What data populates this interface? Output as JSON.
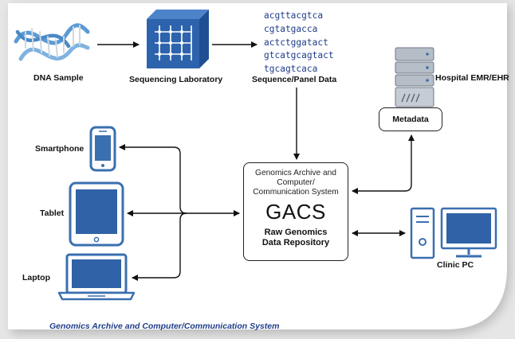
{
  "nodes": {
    "dna_sample": "DNA Sample",
    "sequencing_lab": "Sequencing Laboratory",
    "sequence_data": "Sequence/Panel Data",
    "hospital_emr": "Hospital EMR/EHR",
    "metadata": "Metadata",
    "smartphone": "Smartphone",
    "tablet": "Tablet",
    "laptop": "Laptop",
    "clinic_pc": "Clinic PC"
  },
  "sequences": [
    "acgttacgtca",
    "cgtatgacca",
    "actctggatact",
    "gtcatgcagtact",
    "tgcagtcaca"
  ],
  "gacs": {
    "line1": "Genomics Archive and",
    "line2": "Computer/",
    "line3": "Communication System",
    "acronym": "GACS",
    "repo1": "Raw Genomics",
    "repo2": "Data Repository"
  },
  "caption": "Genomics Archive and Computer/Communication System",
  "colors": {
    "device_blue": "#3a6fb0",
    "screen_blue": "#2f62a6",
    "cube_blue": "#2d63ad",
    "dna_blue": "#5a9bd5",
    "sequence_text": "#1f3d8a",
    "server_gray": "#9ea7b3",
    "frame_shadow": "#c9c9c9"
  }
}
